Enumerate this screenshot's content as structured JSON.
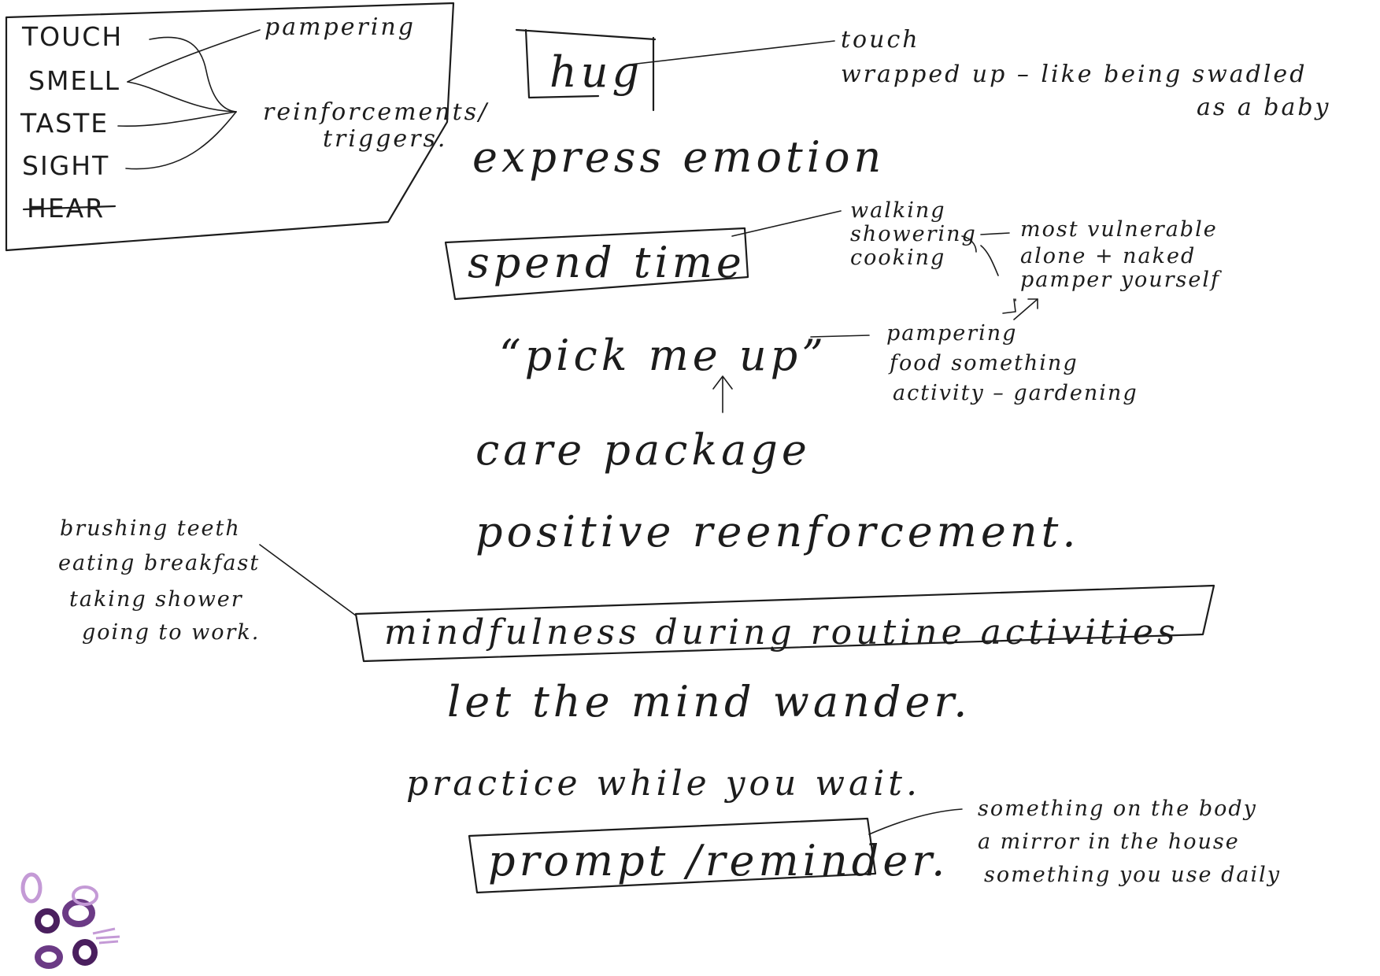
{
  "senses_box": {
    "senses": [
      "TOUCH",
      "SMELL",
      "TASTE",
      "SIGHT",
      "HEAR"
    ],
    "outcome_1": "pampering",
    "outcome_2_line1": "reinforcements/",
    "outcome_2_line2": "triggers."
  },
  "hug": {
    "label": "hug",
    "note_line1": "touch",
    "note_line2": "wrapped up – like being swadled",
    "note_line3": "as a baby"
  },
  "express_emotion": "express emotion",
  "spend_time": {
    "label": "spend time",
    "activities": [
      "walking",
      "showering",
      "cooking"
    ],
    "notes": [
      "most vulnerable",
      "alone + naked",
      "pamper yourself"
    ]
  },
  "pick_me_up": {
    "label": "“pick me up”",
    "notes": [
      "pampering",
      "food something",
      "activity – gardening"
    ]
  },
  "care_package": "care package",
  "positive_reinforcement": "positive reenforcement.",
  "routine_examples": [
    "brushing teeth",
    "eating breakfast",
    "taking shower",
    "going to work."
  ],
  "mindfulness": "mindfulness during routine activities",
  "let_mind_wander": "let the mind wander.",
  "practice_wait": "practice while you wait.",
  "prompt": {
    "label": "prompt /reminder.",
    "notes": [
      "something on the body",
      "a mirror in the house",
      "something you use daily"
    ]
  },
  "colors": {
    "ink": "#1c1c1c",
    "doodle_dark": "#4a1f5e",
    "doodle_mid": "#6b3a85",
    "doodle_light": "#c49ad6"
  }
}
